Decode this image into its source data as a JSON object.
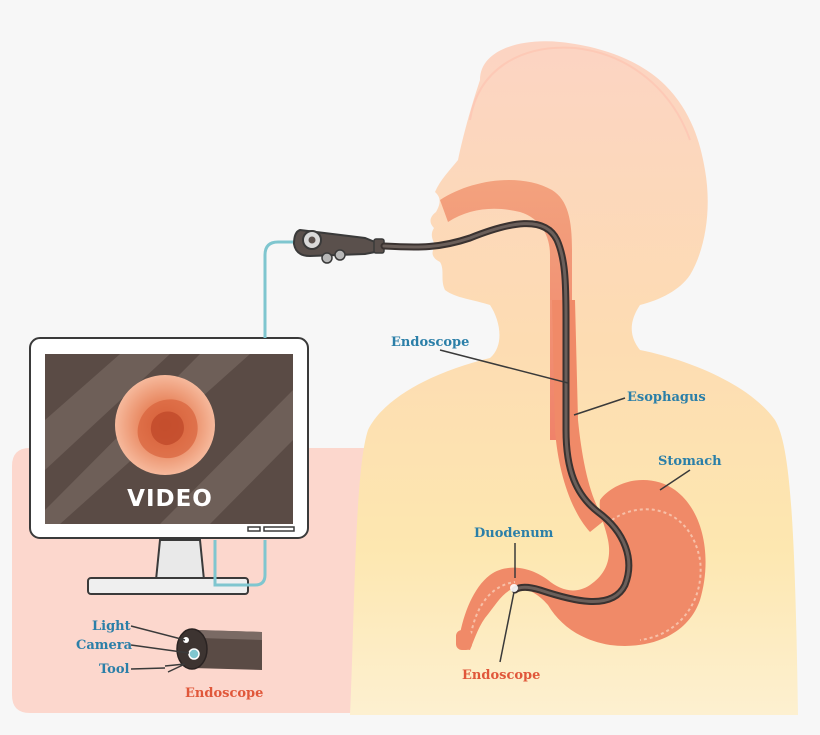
{
  "screen": {
    "text": "VIDEO"
  },
  "labels": {
    "endoscope_top": "Endoscope",
    "esophagus": "Esophagus",
    "stomach": "Stomach",
    "duodenum": "Duodenum",
    "endoscope_bottom": "Endoscope",
    "light": "Light",
    "camera": "Camera",
    "tool": "Tool",
    "endoscope_tip": "Endoscope"
  },
  "colors": {
    "label_blue": "#2b7fa8",
    "label_orange": "#e0573a",
    "cable_teal": "#7fc6cf",
    "skin_peach": "#fcd5c3",
    "body_yellow": "#fde3a6",
    "organ": "#f08a68",
    "scope_dark": "#4a4340"
  }
}
